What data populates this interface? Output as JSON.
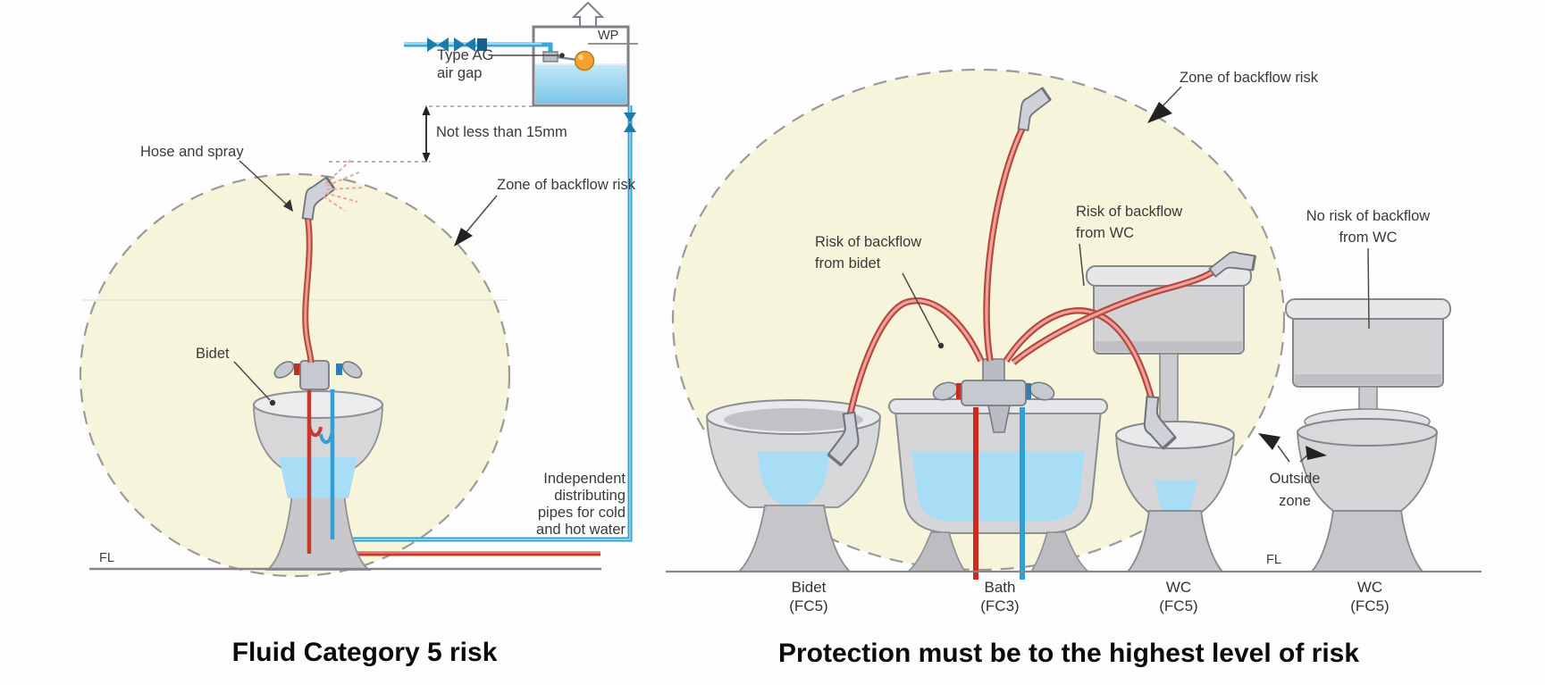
{
  "colors": {
    "zone_fill": "#f6f4da",
    "zone_border": "#9b9b98",
    "cold_pipe": "#2f9fd6",
    "hot_pipe": "#c8382b",
    "hose_outer": "#b5473e",
    "hose_inner": "#ec9b93",
    "water": "#a9ddf5",
    "fixture_gray": "#d6d6d9",
    "float_ball": "#f2a233",
    "label_text": "#3a3a3a",
    "caption_text": "#0b0b0b"
  },
  "left": {
    "caption": "Fluid Category 5 risk",
    "labels": {
      "type_ag": [
        "Type AG",
        "air gap"
      ],
      "wp": "WP",
      "air_gap_dim": "Not less than 15mm",
      "hose_spray": "Hose and spray",
      "zone": "Zone of backflow risk",
      "bidet": "Bidet",
      "pipes": [
        "Independent",
        "distributing",
        "pipes for cold",
        "and hot water"
      ],
      "floor": "FL"
    }
  },
  "right": {
    "caption": "Protection must be to the highest level of risk",
    "labels": {
      "zone": "Zone of backflow risk",
      "risk_bidet": [
        "Risk of backflow",
        "from bidet"
      ],
      "risk_wc": [
        "Risk of backflow",
        "from WC"
      ],
      "no_risk_wc": [
        "No risk of backflow",
        "from WC"
      ],
      "outside": [
        "Outside",
        "zone"
      ],
      "floor": "FL"
    },
    "fixtures": [
      {
        "name": "Bidet",
        "category": "(FC5)"
      },
      {
        "name": "Bath",
        "category": "(FC3)"
      },
      {
        "name": "WC",
        "category": "(FC5)"
      },
      {
        "name": "WC",
        "category": "(FC5)"
      }
    ]
  }
}
